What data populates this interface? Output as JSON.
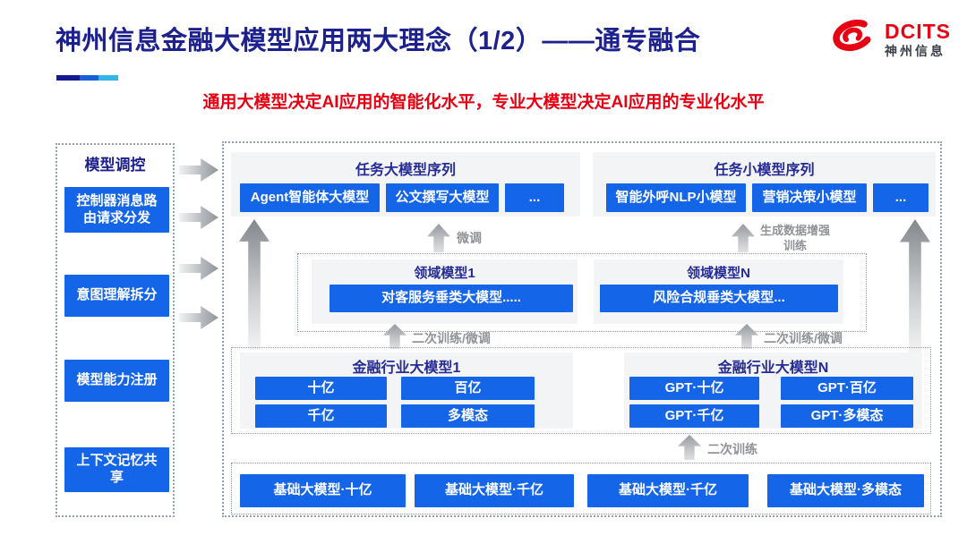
{
  "page": {
    "title": "神州信息金融大模型应用两大理念（1/2）——通专融合",
    "subtitle": "通用大模型决定AI应用的智能化水平，专业大模型决定AI应用的专业化水平"
  },
  "logo": {
    "brand": "DCITS",
    "company": "神州信息"
  },
  "colors": {
    "button_blue": "#1565e8",
    "title_navy": "#1c218e",
    "subtitle_red": "#e60012",
    "label_gray": "#8f9296",
    "accent_bar": [
      "#151a8f",
      "#1b5fd6",
      "#33b5e8"
    ],
    "logo_red": "#e60213"
  },
  "sidebar": {
    "title": "模型调控",
    "items": [
      {
        "label": "控制器消息路由请求分发"
      },
      {
        "label": "意图理解拆分"
      },
      {
        "label": "模型能力注册"
      },
      {
        "label": "上下文记忆共享"
      }
    ]
  },
  "groups": {
    "task_large": {
      "title": "任务大模型序列",
      "items": [
        "Agent智能体大模型",
        "公文撰写大模型",
        "..."
      ]
    },
    "task_small": {
      "title": "任务小模型序列",
      "items": [
        "智能外呼NLP小模型",
        "营销决策小模型",
        "..."
      ]
    },
    "domain1": {
      "title": "领域模型1",
      "item": "对客服务垂类大模型....."
    },
    "domainN": {
      "title": "领域模型N",
      "item": "风险合规垂类大模型..."
    },
    "industry1": {
      "title": "金融行业大模型1",
      "items": [
        "十亿",
        "百亿",
        "千亿",
        "多模态"
      ]
    },
    "industryN": {
      "title": "金融行业大模型N",
      "items": [
        "GPT·十亿",
        "GPT·百亿",
        "GPT·千亿",
        "GPT·多模态"
      ]
    },
    "base": {
      "items": [
        "基础大模型·十亿",
        "基础大模型·千亿",
        "基础大模型·千亿",
        "基础大模型·多模态"
      ]
    }
  },
  "labels": {
    "fine_tune": "微调",
    "gen_data_train": "生成数据增强训练",
    "secondary_ft_left": "二次训练/微调",
    "secondary_ft_right": "二次训练/微调",
    "secondary_train": "二次训练"
  }
}
